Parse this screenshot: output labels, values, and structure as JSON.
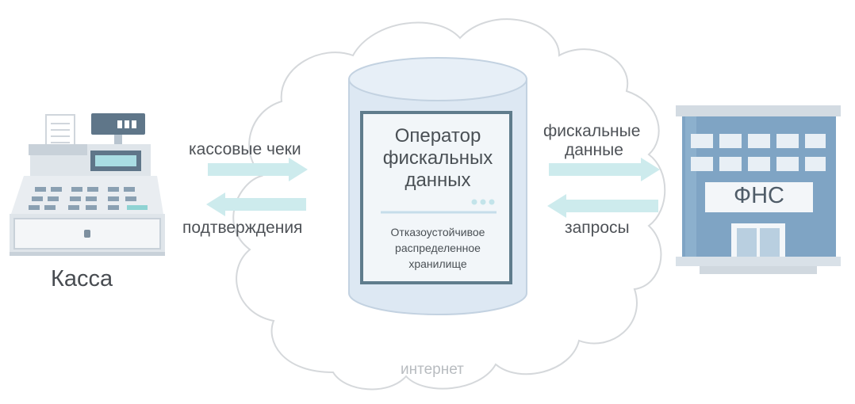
{
  "nodes": {
    "kassa": {
      "label": "Касса"
    },
    "operator": {
      "title_lines": [
        "Оператор",
        "фискальных",
        "данных"
      ],
      "subtitle_lines": [
        "Отказоустойчивое",
        "распределенное",
        "хранилище"
      ]
    },
    "fns": {
      "label": "ФНС"
    },
    "internet": {
      "label": "интернет"
    }
  },
  "edges": {
    "kassa_to_ofd": {
      "label": "кассовые чеки"
    },
    "ofd_to_kassa": {
      "label": "подтверждения"
    },
    "ofd_to_fns": {
      "label_lines": [
        "фискальные",
        "данные"
      ]
    },
    "fns_to_ofd": {
      "label": "запросы"
    }
  },
  "colors": {
    "arrow": "#cdebed",
    "cloud_stroke": "#d5d8db",
    "cylinder_fill": "#dde8f3",
    "cylinder_stroke": "#c3d2e1",
    "building": "#7fa4c4",
    "register_body": "#e9edf1"
  }
}
